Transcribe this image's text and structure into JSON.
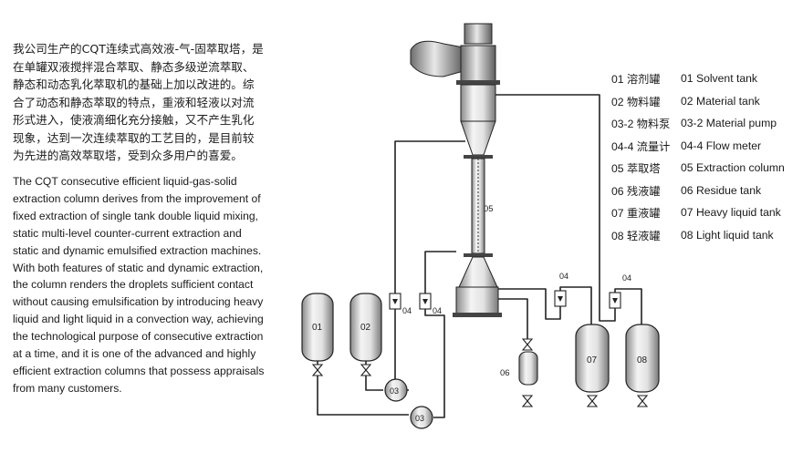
{
  "description_cn": [
    "我公司生产的CQT连续式高效液-气-固萃取塔，是",
    "在单罐双液搅拌混合萃取、静态多级逆流萃取、",
    "静态和动态乳化萃取机的基础上加以改进的。综",
    "合了动态和静态萃取的特点，重液和轻液以对流",
    "形式进入，使液滴细化充分接触，又不产生乳化",
    "现象，达到一次连续萃取的工艺目的，是目前较",
    "为先进的高效萃取塔，受到众多用户的喜爱。"
  ],
  "description_en": [
    "The  CQT  consecutive  efficient  liquid-gas-solid",
    "extraction column derives from the improvement of",
    "fixed extraction of single tank double liquid mixing,",
    "static multi-level  counter-current  extraction  and",
    "static and dynamic emulsified extraction machines.",
    "With both features of static and dynamic extraction,",
    "the column renders the droplets sufficient contact",
    "without causing emulsification by introducing heavy",
    "liquid and light liquid in a convection way, achieving",
    "the technological purpose of consecutive extraction",
    "at a time, and it is one of the advanced and highly",
    "efficient extraction columns that possess appraisals",
    "from many customers."
  ],
  "legend": [
    {
      "cn": "01 溶剂罐",
      "en": "01 Solvent tank"
    },
    {
      "cn": "02 物料罐",
      "en": "02 Material tank"
    },
    {
      "cn": "03-2 物料泵",
      "en": "03-2 Material pump"
    },
    {
      "cn": "04-4 流量计",
      "en": "04-4 Flow meter"
    },
    {
      "cn": "05 萃取塔",
      "en": "05 Extraction column"
    },
    {
      "cn": "06 残液罐",
      "en": "06 Residue tank"
    },
    {
      "cn": "07 重液罐",
      "en": "07 Heavy liquid tank"
    },
    {
      "cn": "08 轻液罐",
      "en": "08 Light liquid tank"
    }
  ],
  "diagram_labels": {
    "tank_01": "01",
    "tank_02": "02",
    "pump_03_a": "03",
    "pump_03_b": "03",
    "flowmeter_04_a": "04",
    "flowmeter_04_b": "04",
    "flowmeter_04_c": "04",
    "flowmeter_04_d": "04",
    "column_05": "05",
    "tank_06": "06",
    "tank_07": "07",
    "tank_08": "08"
  }
}
